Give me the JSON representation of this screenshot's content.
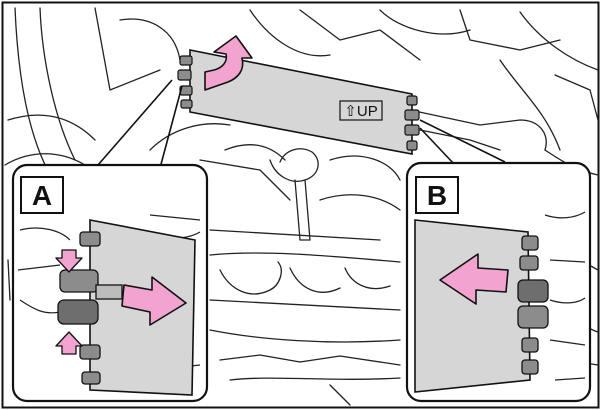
{
  "cover_text": "⇧UP",
  "callouts": [
    {
      "letter": "A"
    },
    {
      "letter": "B"
    }
  ],
  "colors": {
    "arrow": "#f2a3cf",
    "panel": "#d6d6d6",
    "panel_dark": "#a7a7a7",
    "clip": "#8c8c8c",
    "line": "#111111",
    "frame_bg": "#ffffff"
  },
  "icons": [
    "arrow-icon",
    "clip-icon"
  ]
}
